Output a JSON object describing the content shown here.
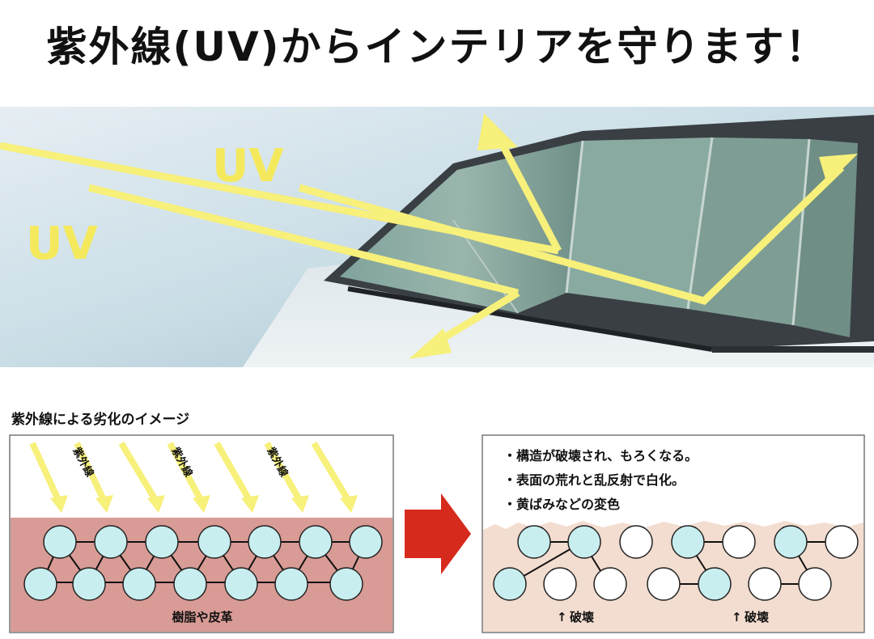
{
  "headline": "紫外線(UV)からインテリアを守ります！",
  "hero": {
    "uv_label_1": "UV",
    "uv_label_2": "UV"
  },
  "diagram": {
    "title": "紫外線による劣化のイメージ",
    "ray_label": "紫外線",
    "material_label": "樹脂や皮革",
    "effects": [
      "・構造が破壊され、もろくなる。",
      "・表面の荒れと乱反射で白化。",
      "・黄ばみなどの変色"
    ],
    "break_label": "破壊",
    "break_arrow": "↑"
  },
  "colors": {
    "uv_yellow": "#f7f07a",
    "material_pink": "#d99b95",
    "damaged_beige": "#f3ddd0",
    "molecule_cyan": "#c9eef0",
    "transition_arrow_red": "#d62a1c"
  }
}
